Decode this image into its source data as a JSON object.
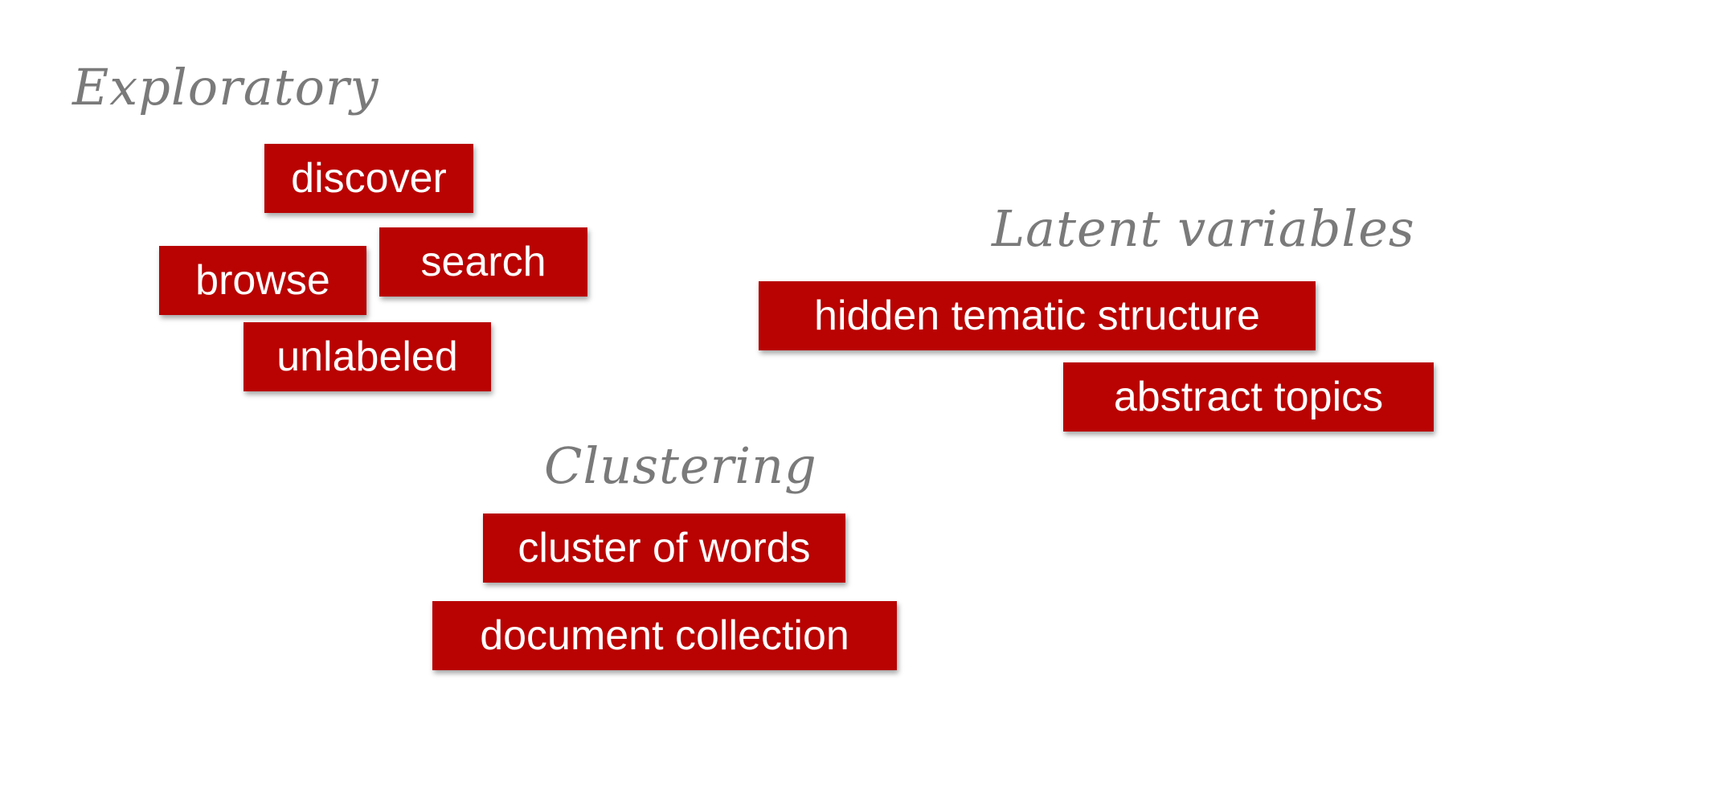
{
  "groups": {
    "exploratory": {
      "title": "Exploratory",
      "tags": [
        "discover",
        "browse",
        "search",
        "unlabeled"
      ]
    },
    "latent": {
      "title": "Latent variables",
      "tags": [
        "hidden tematic structure",
        "abstract topics"
      ]
    },
    "clustering": {
      "title": "Clustering",
      "tags": [
        "cluster of words",
        "document collection"
      ]
    }
  },
  "colors": {
    "tag_background": "#b90202",
    "tag_text": "#ffffff",
    "heading_text": "#7a7a7a",
    "background": "#ffffff"
  }
}
